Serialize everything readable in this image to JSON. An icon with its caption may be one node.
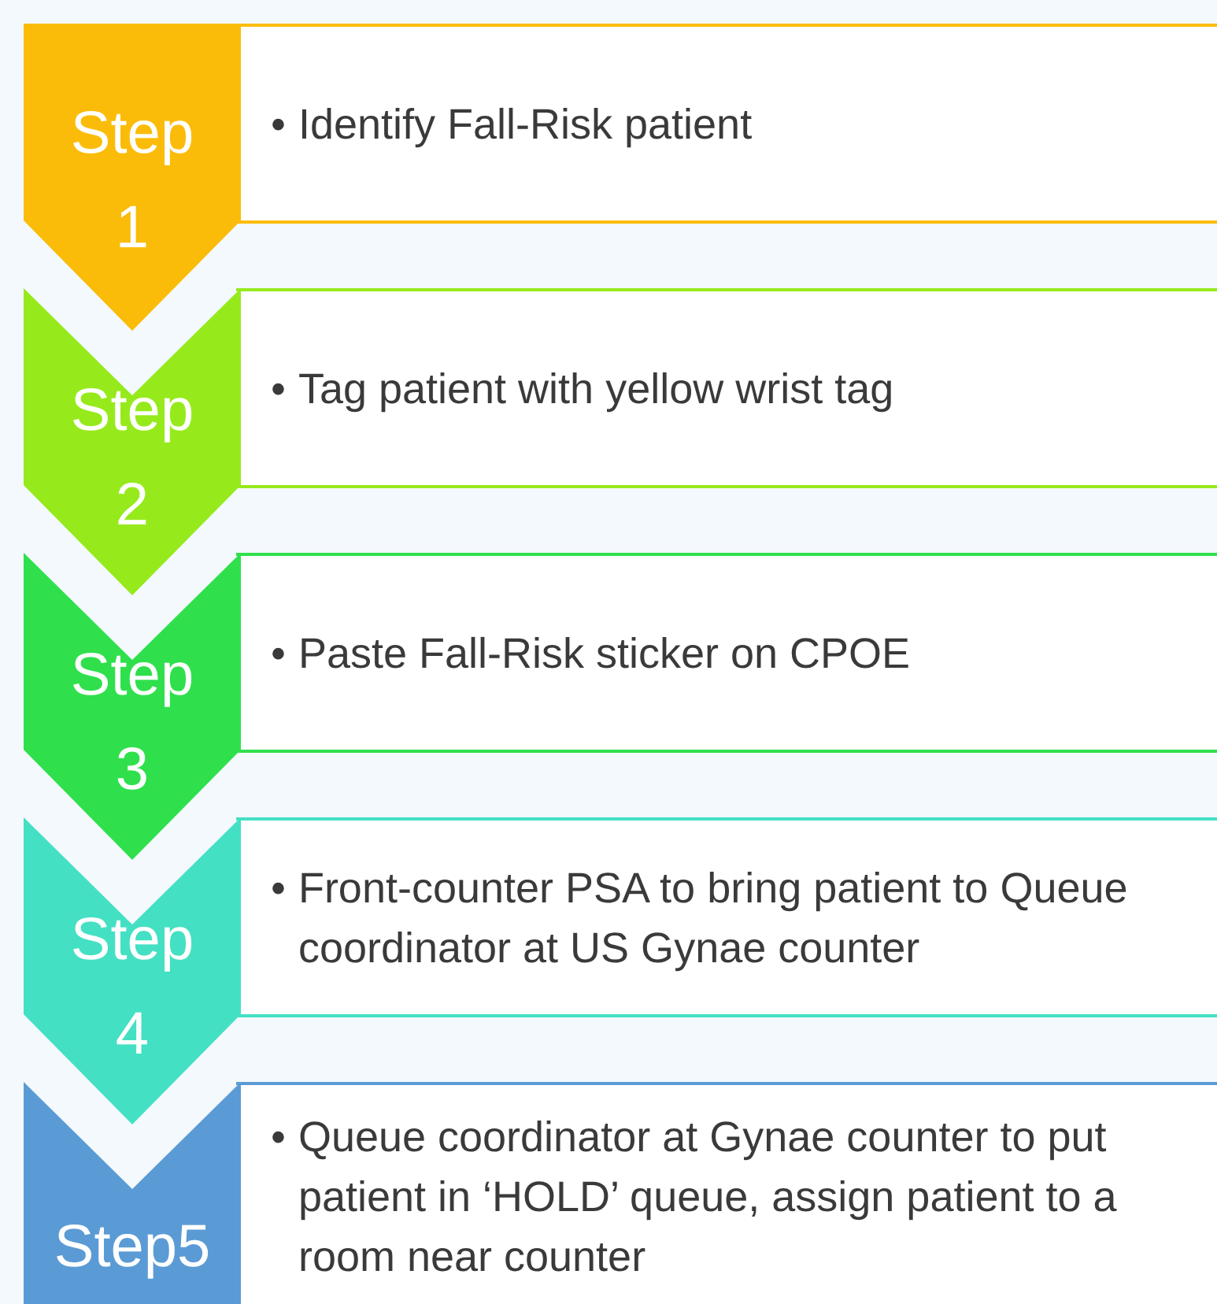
{
  "diagram": {
    "nodes": [
      {
        "text": [
          "Step 1"
        ]
      },
      {
        "text": [
          "•",
          "Identify Fall-Risk patient"
        ]
      },
      {
        "text": [
          "Step 2"
        ]
      },
      {
        "text": [
          "•",
          "Tag patient with yellow wrist tag"
        ]
      },
      {
        "text": [
          "Step 3"
        ]
      },
      {
        "text": [
          "•",
          "Paste Fall-Risk sticker on CPOE"
        ]
      },
      {
        "text": [
          "Step 4"
        ]
      },
      {
        "text": [
          "•",
          "Front-counter PSA to bring patient to Queue coordinator at US Gynae counter"
        ]
      },
      {
        "text": [
          "Step5"
        ]
      },
      {
        "text": [
          "•",
          "Queue coordinator at Gynae counter to put patient in ‘HOLD’ queue, assign patient to a room near counter"
        ]
      }
    ]
  }
}
